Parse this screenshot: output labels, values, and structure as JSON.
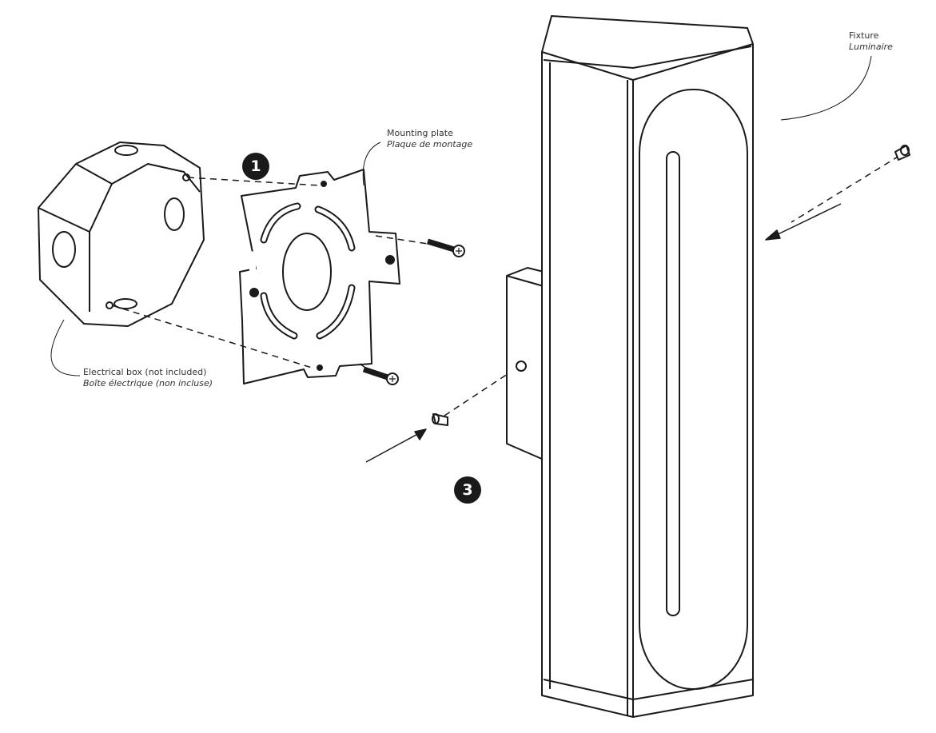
{
  "labels": {
    "mounting_plate": {
      "en": "Mounting plate",
      "fr": "Plaque de montage"
    },
    "fixture": {
      "en": "Fixture",
      "fr": "Luminaire"
    },
    "electrical_box": {
      "en": "Electrical box (not included)",
      "fr": "Boîte électrique (non incluse)"
    }
  },
  "steps": {
    "step_a": "1",
    "step_b": "3"
  },
  "colors": {
    "line": "#1a1a1a",
    "badge": "#1a1a1a"
  }
}
